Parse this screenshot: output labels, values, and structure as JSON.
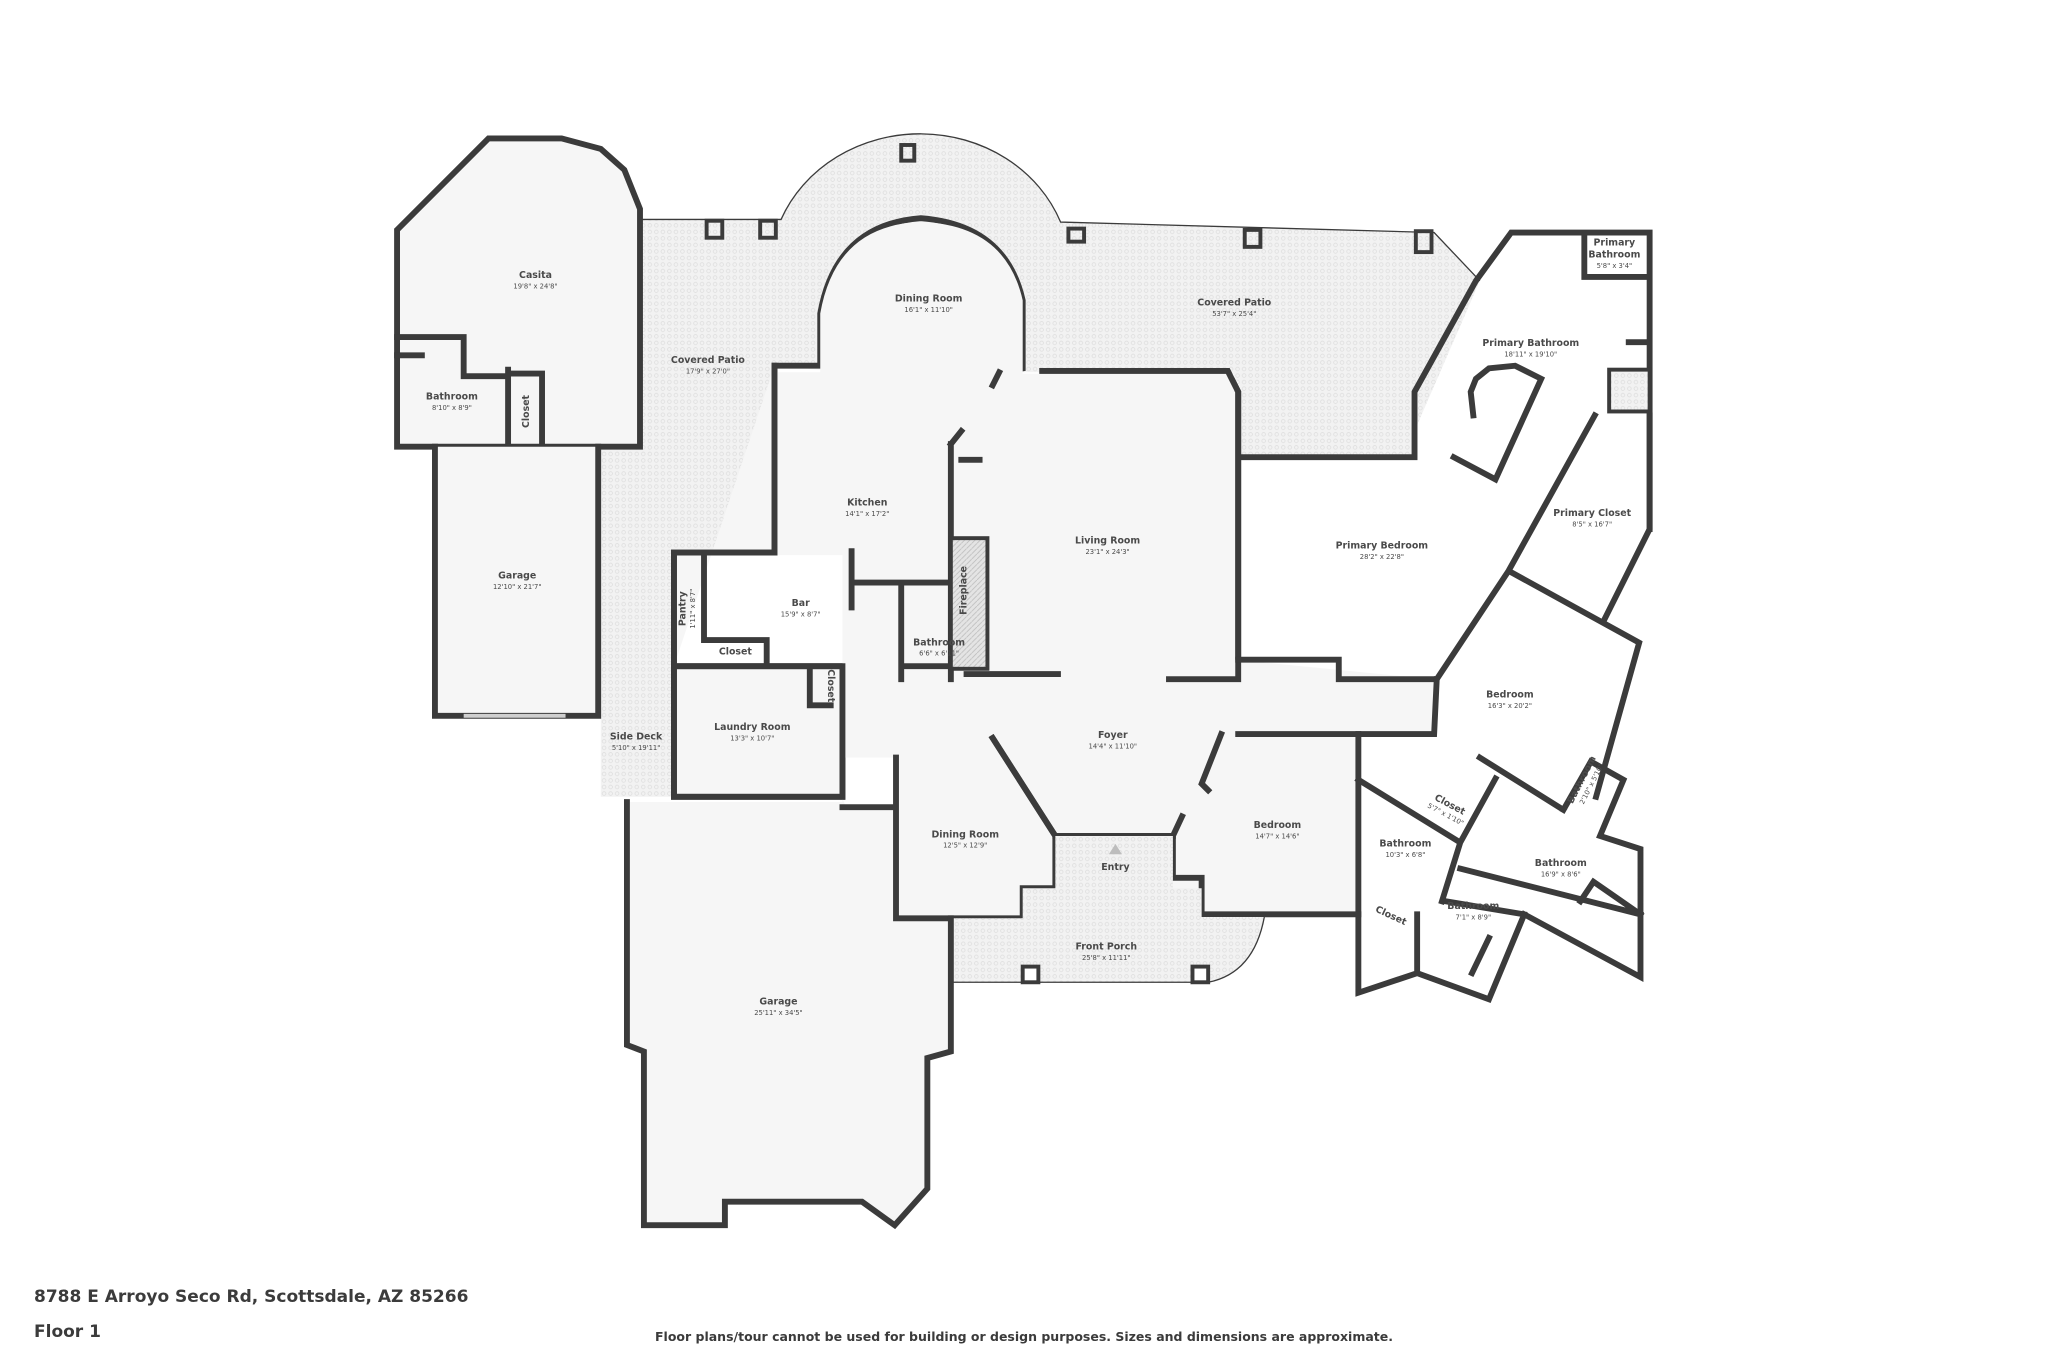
{
  "footer": {
    "address": "8788 E Arroyo Seco Rd, Scottsdale, AZ 85266",
    "floor": "Floor 1",
    "disclaimer": "Floor plans/tour cannot be used for building or design purposes. Sizes and dimensions are approximate."
  },
  "colors": {
    "wall": "#3b3b3b",
    "floor": "#f6f6f6",
    "label": "#4a4a4a"
  },
  "rooms": [
    {
      "name": "Casita",
      "dims": "19'8\" x 24'8\""
    },
    {
      "name": "Bathroom",
      "dims": "8'10\" x 8'9\""
    },
    {
      "name": "Closet",
      "dims": ""
    },
    {
      "name": "Garage",
      "dims": "12'10\" x 21'7\""
    },
    {
      "name": "Covered Patio",
      "dims": "17'9\" x 27'0\""
    },
    {
      "name": "Dining Room",
      "dims": "16'1\" x 11'10\""
    },
    {
      "name": "Covered Patio",
      "dims": "53'7\" x 25'4\""
    },
    {
      "name": "Primary",
      "name2": "Bathroom",
      "dims": "5'8\" x 3'4\""
    },
    {
      "name": "Primary Bathroom",
      "dims": "18'11\" x 19'10\""
    },
    {
      "name": "Kitchen",
      "dims": "14'1\" x 17'2\""
    },
    {
      "name": "Living Room",
      "dims": "23'1\" x 24'3\""
    },
    {
      "name": "Primary Bedroom",
      "dims": "28'2\" x 22'8\""
    },
    {
      "name": "Primary Closet",
      "dims": "8'5\" x 16'7\""
    },
    {
      "name": "Pantry",
      "dims": "1'11\" x 8'7\""
    },
    {
      "name": "Bar",
      "dims": "15'9\" x 8'7\""
    },
    {
      "name": "Fireplace",
      "dims": ""
    },
    {
      "name": "Bathroom",
      "dims": "6'6\" x 6'11\""
    },
    {
      "name": "Closet",
      "dims": ""
    },
    {
      "name": "Closet",
      "dims": ""
    },
    {
      "name": "Bedroom",
      "dims": "16'3\" x 20'2\""
    },
    {
      "name": "Laundry Room",
      "dims": "13'3\" x 10'7\""
    },
    {
      "name": "Side Deck",
      "dims": "5'10\" x 19'11\""
    },
    {
      "name": "Foyer",
      "dims": "14'4\" x 11'10\""
    },
    {
      "name": "Bathroom",
      "dims": "2'10\" x 5'10\""
    },
    {
      "name": "Closet",
      "dims": "5'7\" x 1'10\""
    },
    {
      "name": "Dining Room",
      "dims": "12'5\" x 12'9\""
    },
    {
      "name": "Bedroom",
      "dims": "14'7\" x 14'6\""
    },
    {
      "name": "Bathroom",
      "dims": "10'3\" x 6'8\""
    },
    {
      "name": "Bathroom",
      "dims": "16'9\" x 8'6\""
    },
    {
      "name": "Entry",
      "dims": ""
    },
    {
      "name": "Closet",
      "dims": ""
    },
    {
      "name": "Bathroom",
      "dims": "7'1\" x 8'9\""
    },
    {
      "name": "Front Porch",
      "dims": "25'8\" x 11'11\""
    },
    {
      "name": "Garage",
      "dims": "25'11\" x 34'5\""
    }
  ]
}
